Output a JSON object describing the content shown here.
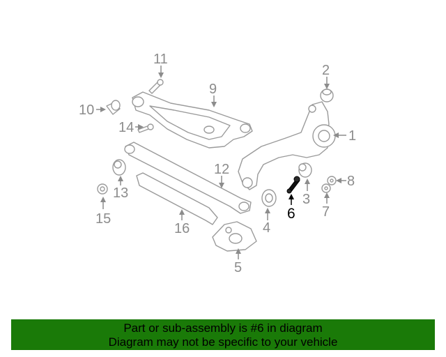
{
  "diagram": {
    "highlighted_part": "6",
    "callouts": [
      {
        "id": "1",
        "label": "1"
      },
      {
        "id": "2",
        "label": "2"
      },
      {
        "id": "3",
        "label": "3"
      },
      {
        "id": "4",
        "label": "4"
      },
      {
        "id": "5",
        "label": "5"
      },
      {
        "id": "6",
        "label": "6"
      },
      {
        "id": "7",
        "label": "7"
      },
      {
        "id": "8",
        "label": "8"
      },
      {
        "id": "9",
        "label": "9"
      },
      {
        "id": "10",
        "label": "10"
      },
      {
        "id": "11",
        "label": "11"
      },
      {
        "id": "12",
        "label": "12"
      },
      {
        "id": "13",
        "label": "13"
      },
      {
        "id": "14",
        "label": "14"
      },
      {
        "id": "15",
        "label": "15"
      },
      {
        "id": "16",
        "label": "16"
      }
    ]
  },
  "footer": {
    "line1": "Part or sub-assembly is #6 in diagram",
    "line2": "Diagram may not be specific to your vehicle",
    "background": "#1a7a08"
  }
}
